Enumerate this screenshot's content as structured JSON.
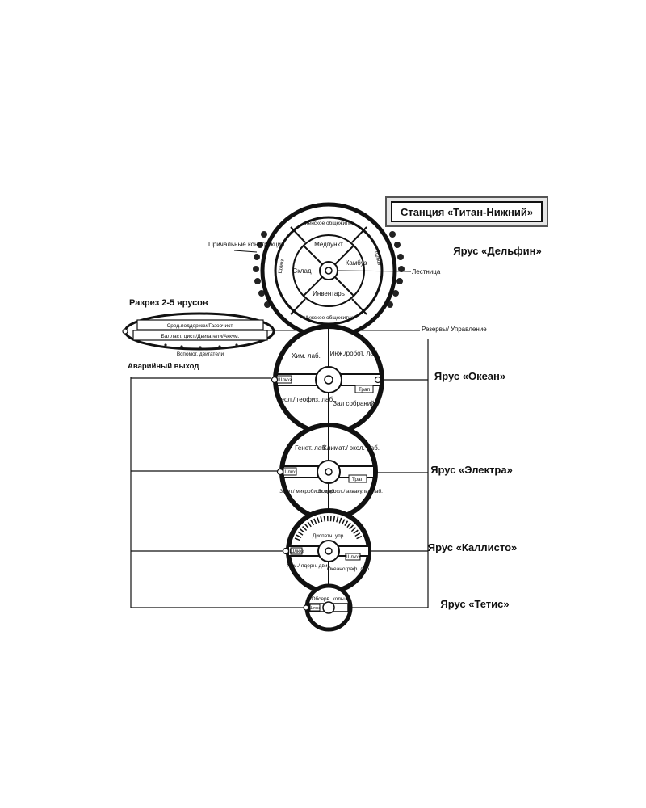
{
  "title": "Станция «Титан-Нижний»",
  "section_heading": "Разрез 2-5 ярусов",
  "side_labels": {
    "berthing": "Причальные конструкции",
    "reserve": "Резервы/ Управление",
    "emergency": "Аварийный выход",
    "ladder": "Лестница"
  },
  "section_rooms": {
    "top": "Сред.поддержки/Газоочист.",
    "middle": "Балласт. цист./Двигатели/Аккум.",
    "bottom": "Вспомог. двигатели"
  },
  "tiers": [
    {
      "name": "Ярус «Дельфин»",
      "rooms": [
        "Женское общежитие",
        "Медпункт",
        "Склад",
        "Камбуз",
        "Инвентарь",
        "Мужское общежитие",
        "Шлюз",
        "Шлюз"
      ]
    },
    {
      "name": "Ярус «Океан»",
      "rooms": [
        "Хим. лаб.",
        "Инж./робот. лаб",
        "Геол./ геофиз. лаб.",
        "Зал собраний",
        "Шлюз",
        "Трап"
      ]
    },
    {
      "name": "Ярус «Электра»",
      "rooms": [
        "Генет. лаб",
        "Климат./ экол. лаб.",
        "Зоол./ микробиол. лаб.",
        "Водоросл./ аквакульт. лаб.",
        "Шлюз",
        "Трап"
      ]
    },
    {
      "name": "Ярус «Каллисто»",
      "rooms": [
        "Диспетч. упр.",
        "Хим./ ядерн. двиг.",
        "Океанограф. лаб.",
        "Шлюз",
        "Шлюз"
      ]
    },
    {
      "name": "Ярус «Тетис»",
      "rooms": [
        "Обсерв. кольцо",
        "Шлюз"
      ]
    }
  ]
}
